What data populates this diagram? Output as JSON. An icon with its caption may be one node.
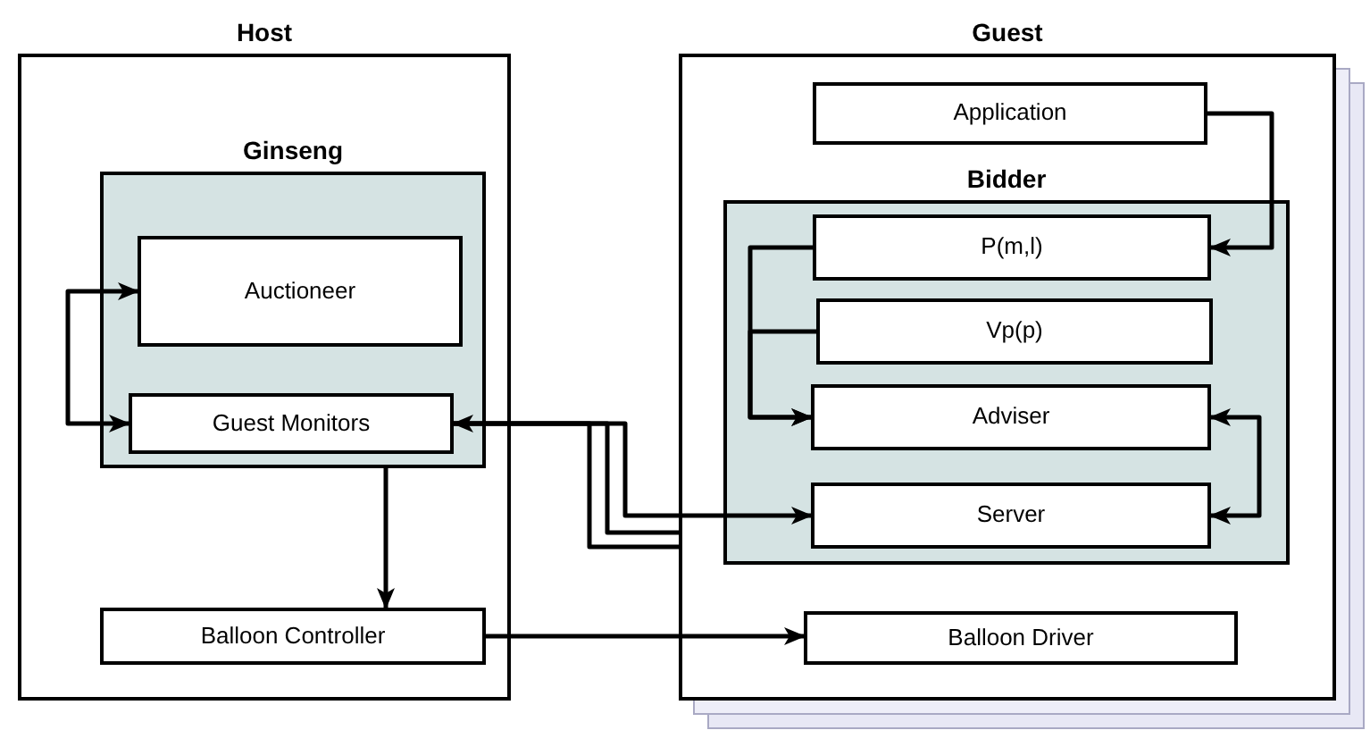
{
  "diagram": {
    "nodes": [
      {
        "text": [
          "Host"
        ]
      },
      {
        "text": [
          "Ginseng"
        ],
        "in": 0
      },
      {
        "text": [
          "Auctioneer"
        ],
        "in": 1
      },
      {
        "text": [
          "Guest Monitors"
        ],
        "in": 1
      },
      {
        "text": [
          "Balloon Controller"
        ],
        "in": 0
      },
      {
        "text": [
          "Guest"
        ]
      },
      {
        "text": [
          "Application"
        ],
        "in": 5
      },
      {
        "text": [
          "Bidder"
        ],
        "in": 5
      },
      {
        "text": [
          "P(m,l)"
        ],
        "in": 7
      },
      {
        "text": [
          "Vp(p)"
        ],
        "in": 7
      },
      {
        "text": [
          "Adviser"
        ],
        "in": 7
      },
      {
        "text": [
          "Server"
        ],
        "in": 7
      },
      {
        "text": [
          "Balloon Driver"
        ],
        "in": 5
      }
    ],
    "edges": [
      {
        "from": 2,
        "to": 3,
        "arrow": "both"
      },
      {
        "from": 3,
        "to": 11,
        "arrow": "both"
      },
      {
        "from": 3,
        "to": 5,
        "arrow": "none"
      },
      {
        "from": 3,
        "to": 5,
        "arrow": "none"
      },
      {
        "from": 1,
        "to": 4,
        "arrow": "to"
      },
      {
        "from": 4,
        "to": 12,
        "arrow": "to"
      },
      {
        "from": 6,
        "to": 8,
        "arrow": "to"
      },
      {
        "from": 8,
        "to": 10,
        "arrow": "to"
      },
      {
        "from": 9,
        "to": 10,
        "arrow": "to"
      },
      {
        "from": 10,
        "to": 11,
        "arrow": "both"
      }
    ]
  }
}
